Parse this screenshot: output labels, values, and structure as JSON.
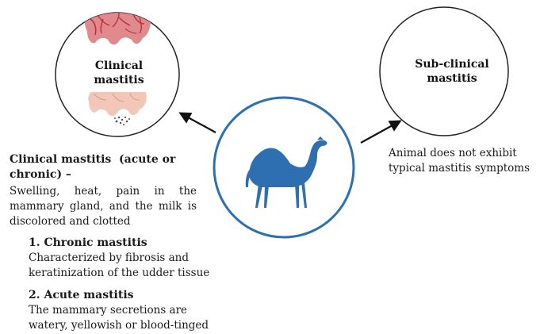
{
  "clinical_circle": {
    "title_line1": "Clinical",
    "title_line2": "mastitis"
  },
  "subclinical_circle": {
    "title_line1": "Sub-clinical",
    "title_line2": "mastitis"
  },
  "center_icon": {
    "name": "camel-icon",
    "color": "#2e6fb1"
  },
  "clinical_info": {
    "heading_line1": "Clinical mastitis  (acute or",
    "heading_line2": "chronic) –",
    "description": "Swelling, heat, pain in the mammary gland, and the milk is discolored and clotted",
    "chronic": {
      "title": "1. Chronic mastitis",
      "line1": "Characterized by fibrosis and",
      "line2": "keratinization of the udder tissue"
    },
    "acute": {
      "title": "2. Acute mastitis",
      "line1": "The mammary secretions are",
      "line2": "watery, yellowish or blood-tinged"
    }
  },
  "subclinical_info": {
    "line1": "Animal does not exhibit",
    "line2": "typical mastitis symptoms"
  },
  "colors": {
    "center_ring": "#2e6fb1",
    "camel": "#2e6fb1",
    "outline": "#222222",
    "udder_inflamed": "#e08a8d",
    "udder_healthy": "#f2c7b8",
    "vein": "#b8323e",
    "milk_clot": "#555555"
  }
}
